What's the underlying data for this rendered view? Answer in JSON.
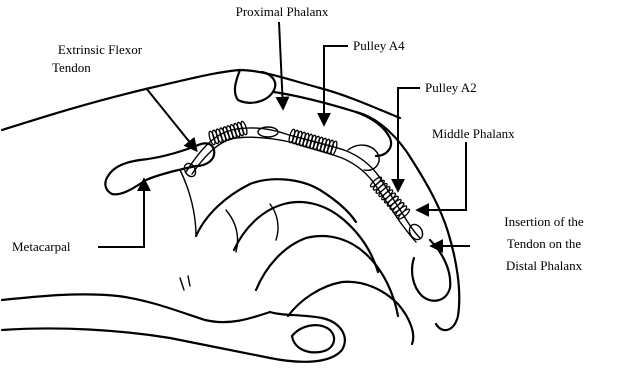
{
  "labels": {
    "proximal_phalanx": "Proximal Phalanx",
    "extrinsic_flexor_tendon_line1": "Extrinsic Flexor",
    "extrinsic_flexor_tendon_line2": "Tendon",
    "pulley_a4": "Pulley A4",
    "pulley_a2": "Pulley A2",
    "middle_phalanx": "Middle Phalanx",
    "metacarpal": "Metacarpal",
    "insertion_line1": "Insertion of the",
    "insertion_line2": "Tendon on the",
    "insertion_line3": "Distal Phalanx"
  },
  "colors": {
    "ink": "#000000",
    "background": "#ffffff"
  }
}
